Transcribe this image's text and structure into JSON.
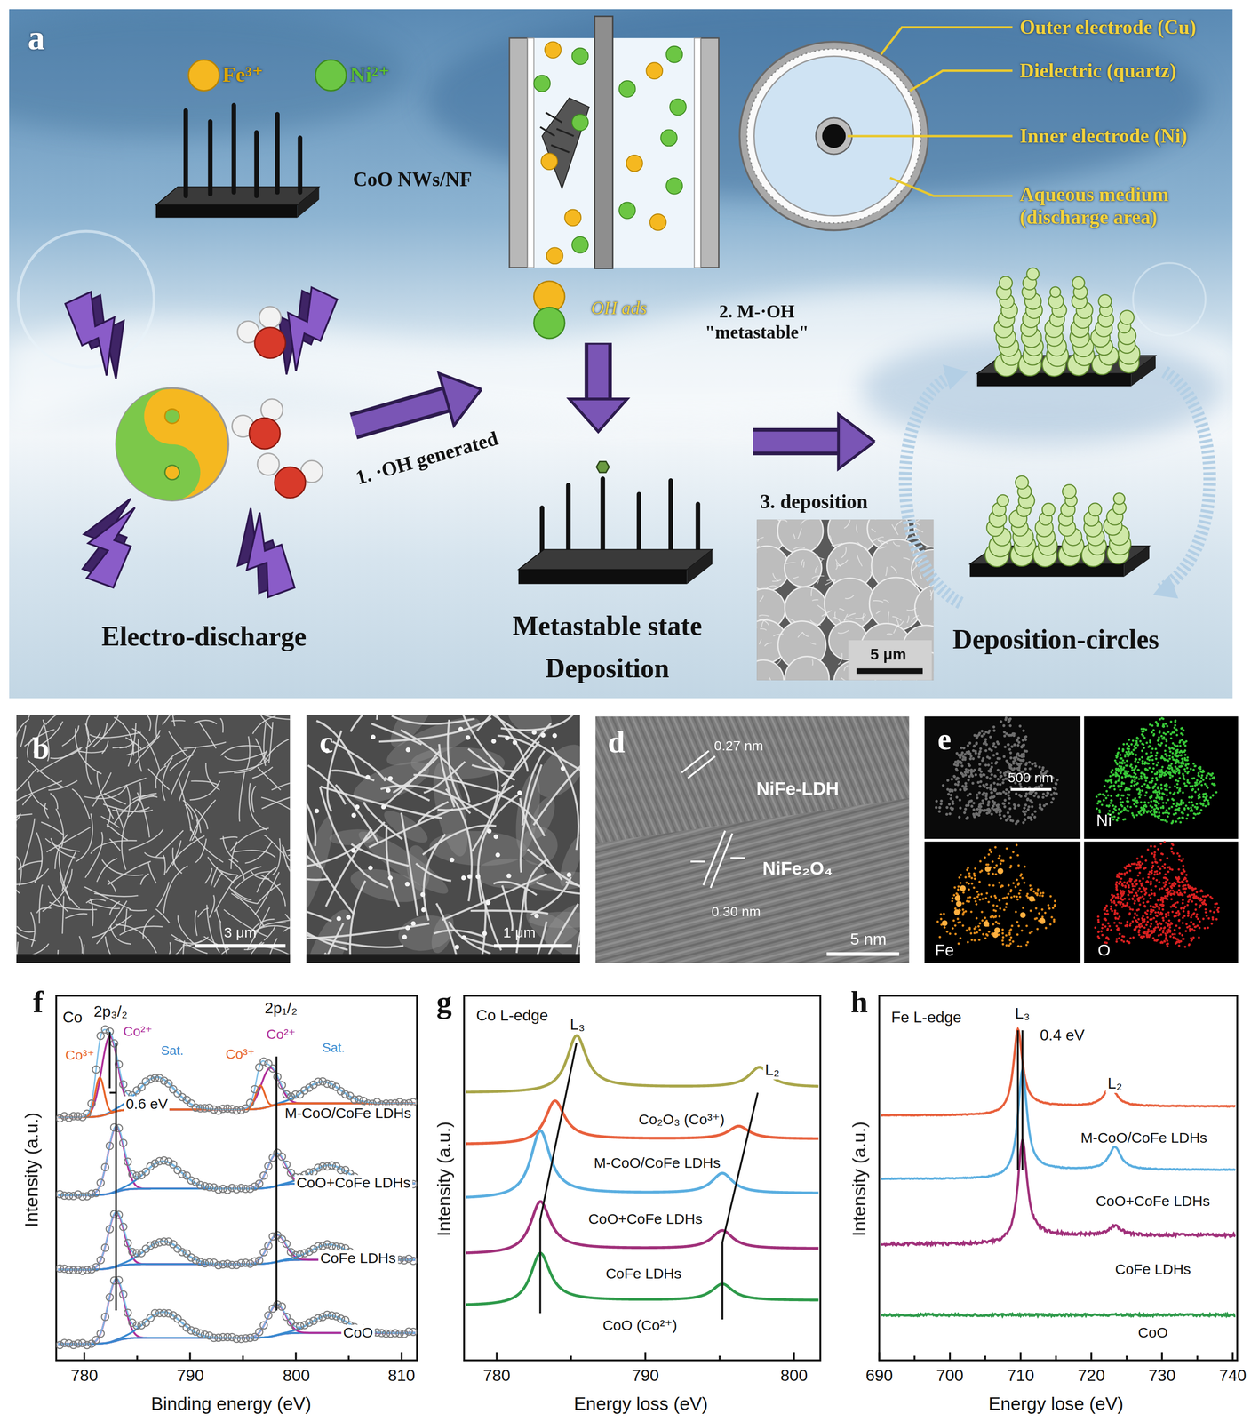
{
  "diagram": {
    "nodes": [
      {
        "text": [
          "Electro-discharge"
        ]
      },
      {
        "text": [
          "Metastable state Deposition"
        ]
      },
      {
        "text": [
          "Deposition-circles"
        ]
      }
    ],
    "edges": [
      {
        "from": 0,
        "to": 1,
        "arrow": "to",
        "label": "1. ·OH generated"
      },
      {
        "from": 1,
        "to": 2,
        "arrow": "to",
        "label": "3. deposition"
      }
    ],
    "labels": [
      "a",
      "Fe³⁺",
      "Ni²⁺",
      "CoO NWs/NF",
      "Outer electrode (Cu)",
      "Dielectric (quartz)",
      "Inner electrode (Ni)",
      "Aqueous medium (discharge area)",
      "OH ads",
      "2. M-·OH \"metastable\"",
      "5 μm",
      "b",
      "3 μm",
      "c",
      "1 μm",
      "d",
      "0.27 nm",
      "NiFe-LDH",
      "NiFe₂O₄",
      "0.30 nm",
      "5 nm",
      "e",
      "500 nm",
      "Ni",
      "Fe",
      "O",
      "f",
      "Co",
      "2p₃/₂",
      "Co³⁺",
      "Co²⁺",
      "Sat.",
      "2p₁/₂",
      "Co³⁺",
      "Co²⁺",
      "Sat.",
      "0.6 eV",
      "M-CoO/CoFe LDHs",
      "CoO+CoFe LDHs",
      "CoFe LDHs",
      "CoO",
      "Intensity (a.u.)",
      "780",
      "790",
      "800",
      "810",
      "Binding energy (eV)",
      "g",
      "Co L-edge",
      "L₃",
      "L₂",
      "Co₂O₃ (Co³⁺)",
      "M-CoO/CoFe LDHs",
      "CoO+CoFe LDHs",
      "CoFe LDHs",
      "CoO (Co²⁺)",
      "Intensity (a.u.)",
      "780",
      "790",
      "800",
      "Energy loss (eV)",
      "h",
      "Fe L-edge",
      "L₃",
      "0.4 eV",
      "L₂",
      "M-CoO/CoFe LDHs",
      "CoO+CoFe LDHs",
      "CoFe LDHs",
      "CoO",
      "Intensity (a.u.)",
      "690",
      "700",
      "710",
      "720",
      "730",
      "740",
      "Energy lose (eV)"
    ]
  }
}
